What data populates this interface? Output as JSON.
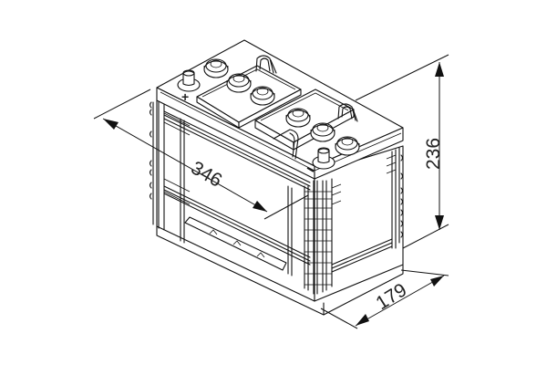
{
  "diagram": {
    "subject": "battery isometric line drawing",
    "colors": {
      "line": "#111111",
      "background": "#ffffff"
    },
    "dimensions": {
      "length": {
        "value": "346",
        "axis": "length"
      },
      "width": {
        "value": "179",
        "axis": "width"
      },
      "height": {
        "value": "236",
        "axis": "height"
      }
    },
    "terminals": {
      "positive_marker": "+",
      "negative_marker": "−"
    }
  }
}
